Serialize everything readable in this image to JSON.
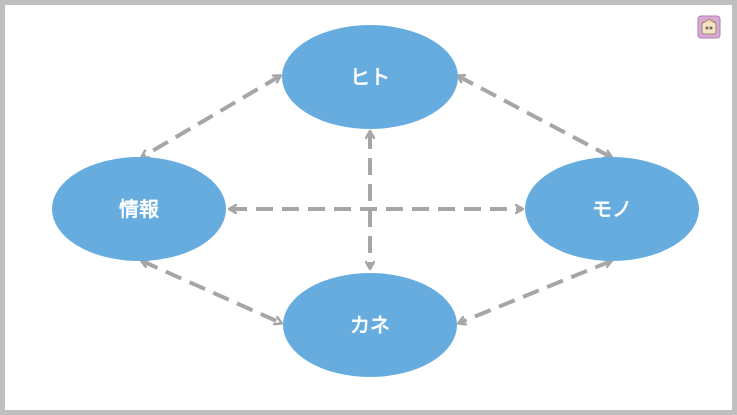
{
  "diagram": {
    "nodes": {
      "hito": "ヒト",
      "jouhou": "情報",
      "mono": "モノ",
      "kane": "カネ"
    },
    "colors": {
      "node_fill": "#66acdf",
      "arrow": "#a6a6a6",
      "frame": "#bfbfbf",
      "label": "#ffffff"
    },
    "connections": [
      [
        "hito",
        "jouhou"
      ],
      [
        "hito",
        "mono"
      ],
      [
        "hito",
        "kane"
      ],
      [
        "jouhou",
        "mono"
      ],
      [
        "jouhou",
        "kane"
      ],
      [
        "mono",
        "kane"
      ]
    ]
  },
  "corner": {
    "icon": "app-icon"
  }
}
